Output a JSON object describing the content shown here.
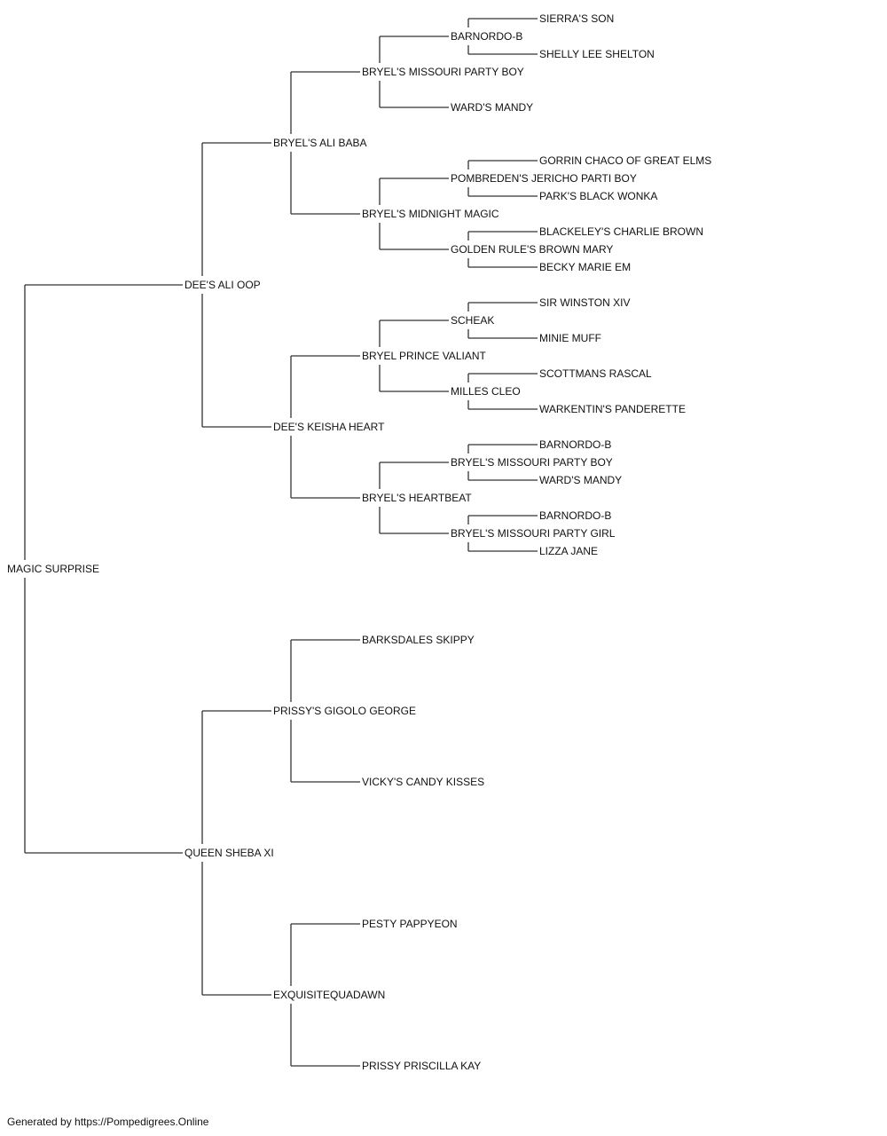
{
  "pedigree": {
    "name": "MAGIC SURPRISE",
    "sire": {
      "name": "DEE'S ALI OOP",
      "sire": {
        "name": "BRYEL'S ALI BABA",
        "sire": {
          "name": "BRYEL'S MISSOURI PARTY BOY",
          "sire": {
            "name": "BARNORDO-B",
            "sire": {
              "name": "SIERRA'S SON"
            },
            "dam": {
              "name": "SHELLY LEE SHELTON"
            }
          },
          "dam": {
            "name": "WARD'S MANDY"
          }
        },
        "dam": {
          "name": "BRYEL'S MIDNIGHT MAGIC",
          "sire": {
            "name": "POMBREDEN'S JERICHO PARTI BOY",
            "sire": {
              "name": "GORRIN CHACO OF GREAT ELMS"
            },
            "dam": {
              "name": "PARK'S BLACK WONKA"
            }
          },
          "dam": {
            "name": "GOLDEN RULE'S BROWN MARY",
            "sire": {
              "name": "BLACKELEY'S CHARLIE BROWN"
            },
            "dam": {
              "name": "BECKY MARIE EM"
            }
          }
        }
      },
      "dam": {
        "name": "DEE'S KEISHA HEART",
        "sire": {
          "name": "BRYEL PRINCE VALIANT",
          "sire": {
            "name": "SCHEAK",
            "sire": {
              "name": "SIR WINSTON XIV"
            },
            "dam": {
              "name": "MINIE MUFF"
            }
          },
          "dam": {
            "name": "MILLES CLEO",
            "sire": {
              "name": "SCOTTMANS RASCAL"
            },
            "dam": {
              "name": "WARKENTIN'S PANDERETTE"
            }
          }
        },
        "dam": {
          "name": "BRYEL'S HEARTBEAT",
          "sire": {
            "name": "BRYEL'S MISSOURI PARTY BOY",
            "sire": {
              "name": "BARNORDO-B"
            },
            "dam": {
              "name": "WARD'S MANDY"
            }
          },
          "dam": {
            "name": "BRYEL'S MISSOURI PARTY GIRL",
            "sire": {
              "name": "BARNORDO-B"
            },
            "dam": {
              "name": "LIZZA JANE"
            }
          }
        }
      }
    },
    "dam": {
      "name": "QUEEN SHEBA XI",
      "sire": {
        "name": "PRISSY'S GIGOLO GEORGE",
        "sire": {
          "name": "BARKSDALES SKIPPY"
        },
        "dam": {
          "name": "VICKY'S CANDY KISSES"
        }
      },
      "dam": {
        "name": "EXQUISITEQUADAWN",
        "sire": {
          "name": "PESTY PAPPYEON"
        },
        "dam": {
          "name": "PRISSY PRISCILLA KAY"
        }
      }
    }
  },
  "footer": "Generated by https://Pompedigrees.Online"
}
